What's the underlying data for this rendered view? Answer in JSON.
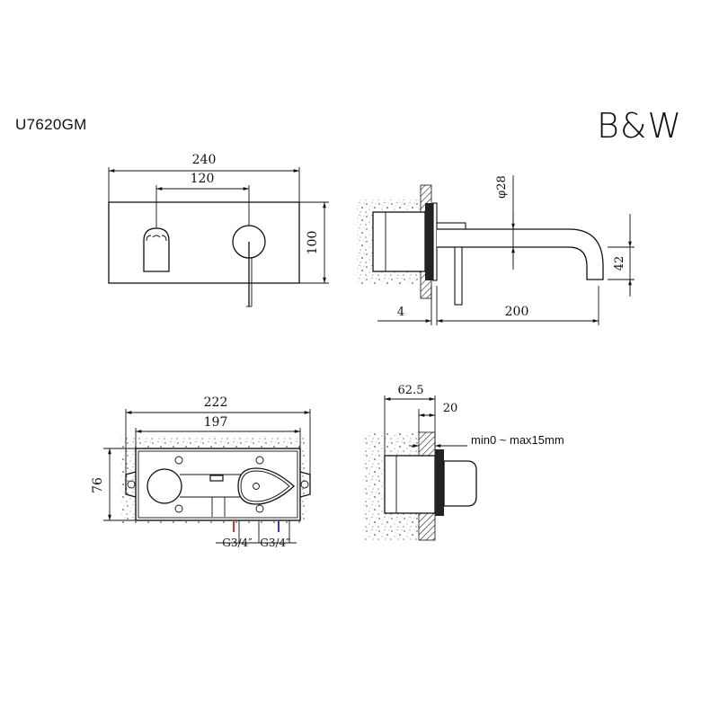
{
  "header": {
    "model_code": "U7620GM",
    "brand": "B&W"
  },
  "front_view": {
    "dims": {
      "overall_width": "240",
      "centers": "120",
      "height": "100"
    }
  },
  "side_view": {
    "dims": {
      "spout_diameter": "φ28",
      "spout_drop": "42",
      "wall_offset": "4",
      "spout_reach": "200"
    }
  },
  "body_front": {
    "dims": {
      "width_outer": "222",
      "width_inner": "197",
      "height": "76"
    },
    "ports": {
      "hot": "G3/4″",
      "cold": "G3/4″"
    },
    "colors": {
      "hot": "#e03030",
      "cold": "#3040d0"
    }
  },
  "body_side": {
    "dims": {
      "depth": "62.5",
      "front_depth": "20"
    },
    "note": "min0 ~ max15mm"
  }
}
